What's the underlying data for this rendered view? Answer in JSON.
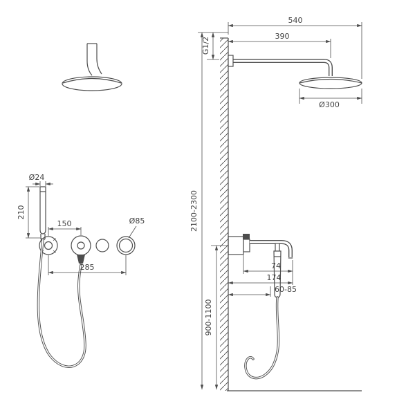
{
  "page": {
    "background": "#ffffff",
    "line_color": "#4d4d4d"
  },
  "front_view": {
    "labels": {
      "handshower_diameter": "Ø24",
      "handshower_length": "210",
      "center_spacing": "150",
      "trim_width": "285",
      "escutcheon_diameter": "Ø85"
    }
  },
  "side_view": {
    "labels": {
      "arm_overall_reach": "540",
      "arm_reach": "390",
      "inlet_thread": "G1/2",
      "head_diameter": "Ø300",
      "head_mounting_height": "2100-2300",
      "valve_mounting_height": "900-1100",
      "spout_reach": "74",
      "overall_reach": "174",
      "recess_depth": "60-85"
    }
  }
}
